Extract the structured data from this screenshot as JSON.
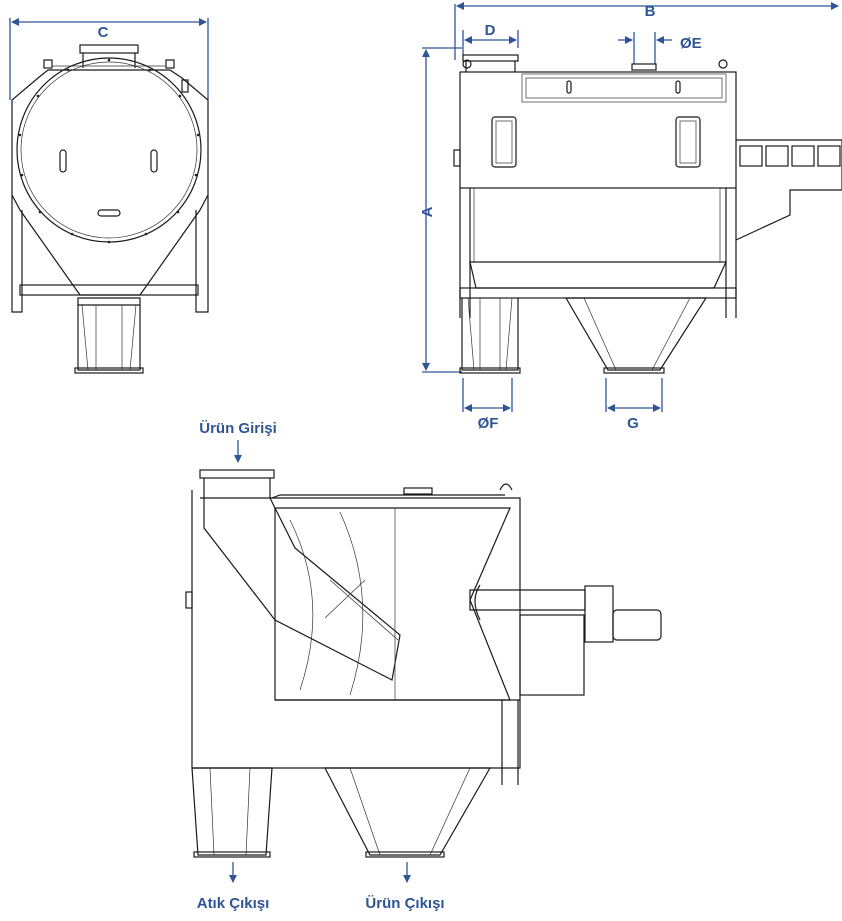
{
  "dimensions": {
    "a": "A",
    "b": "B",
    "c": "C",
    "d": "D",
    "e": "ØE",
    "f": "ØF",
    "g": "G"
  },
  "labels": {
    "product_inlet": "Ürün Girişi",
    "waste_outlet": "Atık Çıkışı",
    "product_outlet": "Ürün Çıkışı"
  },
  "colors": {
    "dimension_blue": "#2f5597",
    "line_black": "#1a1a1a"
  }
}
